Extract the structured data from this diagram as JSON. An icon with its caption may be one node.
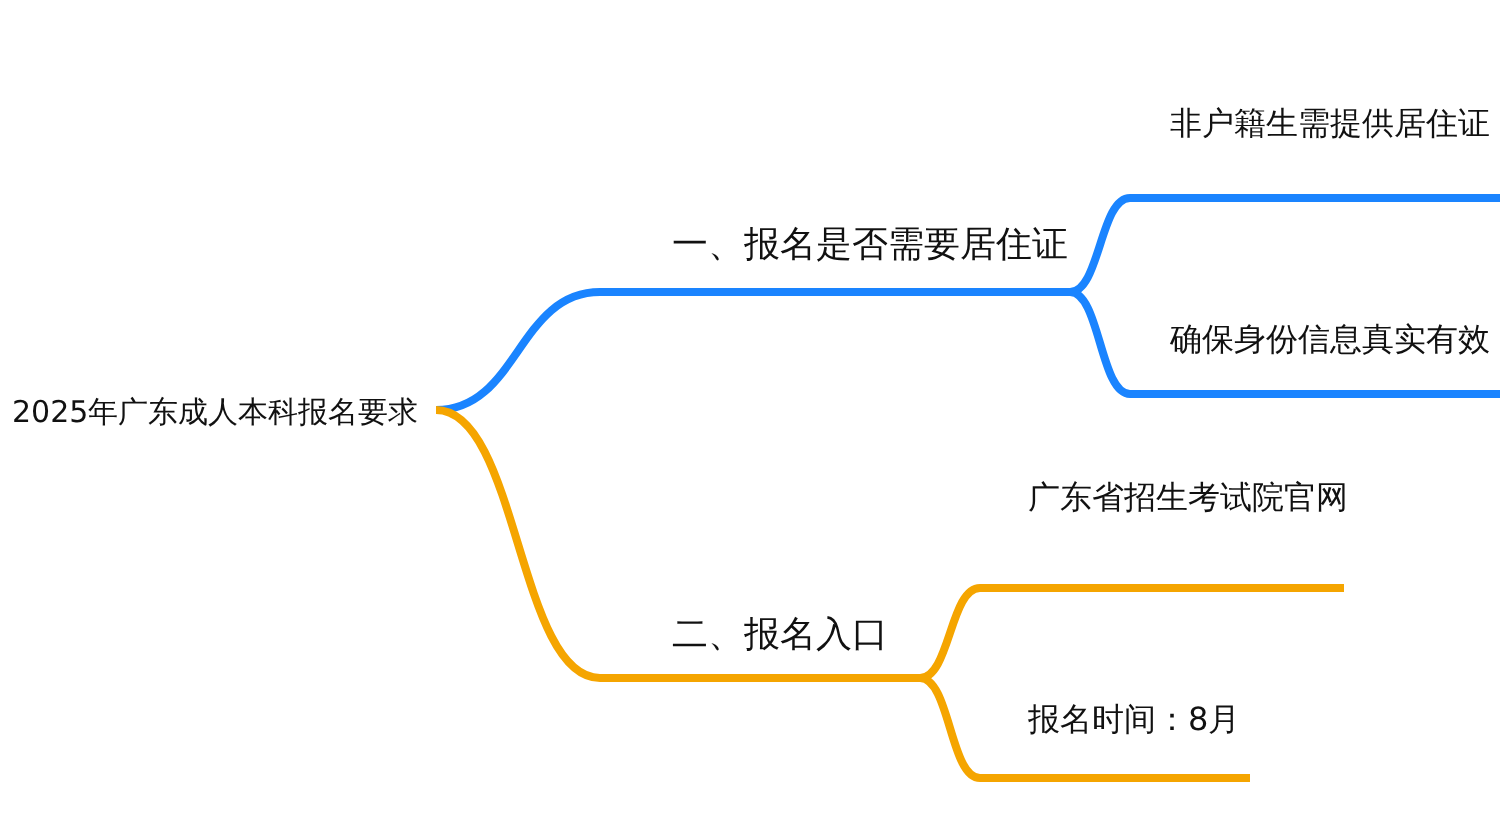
{
  "diagram": {
    "nodes": [
      {
        "text": [
          "2025年广东成人本科报名要求"
        ]
      },
      {
        "text": [
          "一、报名是否需要居住证"
        ]
      },
      {
        "text": [
          "二、报名入口"
        ]
      },
      {
        "text": [
          "非户籍生需提供居住证"
        ]
      },
      {
        "text": [
          "确保身份信息真实有效"
        ]
      },
      {
        "text": [
          "广东省招生考试院官网"
        ]
      },
      {
        "text": [
          "报名时间：8月"
        ]
      }
    ],
    "edges": [
      {
        "from": 0,
        "to": 1,
        "arrow": "none",
        "color": "#1a84ff"
      },
      {
        "from": 0,
        "to": 2,
        "arrow": "none",
        "color": "#f5a500"
      },
      {
        "from": 1,
        "to": 3,
        "arrow": "none",
        "color": "#1a84ff"
      },
      {
        "from": 1,
        "to": 4,
        "arrow": "none",
        "color": "#1a84ff"
      },
      {
        "from": 2,
        "to": 5,
        "arrow": "none",
        "color": "#f5a500"
      },
      {
        "from": 2,
        "to": 6,
        "arrow": "none",
        "color": "#f5a500"
      }
    ]
  }
}
